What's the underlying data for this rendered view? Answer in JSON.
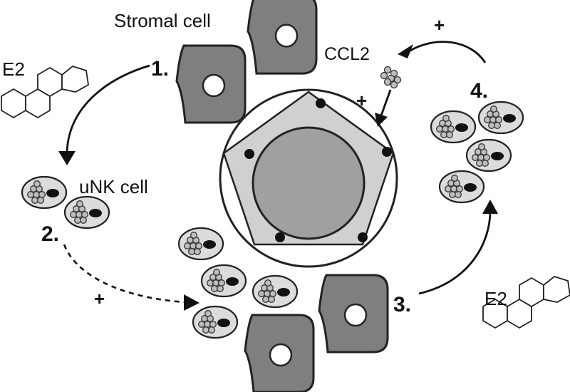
{
  "labels": {
    "stromal_cell": "Stromal cell",
    "unk_cell": "uNK cell",
    "ccl2": "CCL2",
    "e2_top": "E2",
    "e2_bottom": "E2"
  },
  "steps": {
    "s1": "1.",
    "s2": "2.",
    "s3": "3.",
    "s4": "4."
  },
  "signs": {
    "plus_top": "+",
    "plus_ccl2": "+",
    "plus_dashed": "+"
  },
  "colors": {
    "stromal_fill": "#7f7f7f",
    "vessel_fill": "#a0a0a0",
    "vessel_wall": "#d0d0d0",
    "unk_fill": "#dcdcdc",
    "outline": "#222222"
  }
}
